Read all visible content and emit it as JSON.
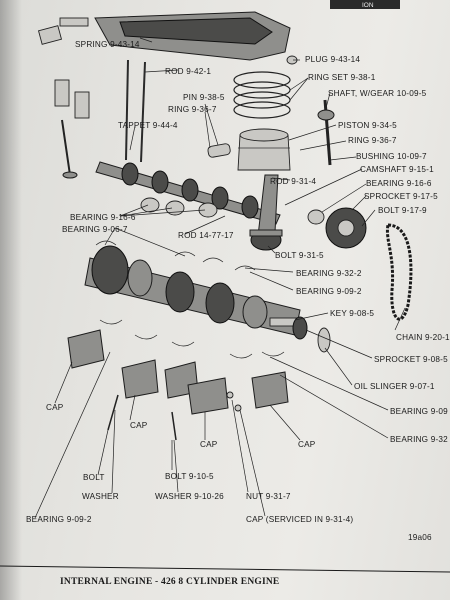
{
  "header": {
    "corner_text": "ION"
  },
  "figure_code": "19a06",
  "caption": "INTERNAL ENGINE - 426 8 CYLINDER ENGINE",
  "labels": {
    "spring": "SPRING 9-43-14",
    "rod_9_42_1": "ROD 9-42-1",
    "plug": "PLUG 9-43-14",
    "ring_set": "RING SET 9-38-1",
    "shaft_gear": "SHAFT, W/GEAR 10-09-5",
    "pin": "PIN 9-38-5",
    "ring_9_36_7": "RING 9-36-7",
    "tappet": "TAPPET 9-44-4",
    "piston": "PISTON 9-34-5",
    "ring_9_36_7b": "RING 9-36-7",
    "bushing": "BUSHING 10-09-7",
    "camshaft": "CAMSHAFT 9-15-1",
    "rod_9_31_4": "ROD 9-31-4",
    "bearing_9_16_6a": "BEARING 9-16-6",
    "sprocket_9_17_5": "SPROCKET 9-17-5",
    "bolt_9_17_9": "BOLT 9-17-9",
    "bearing_9_16_6b": "BEARING 9-16-6",
    "bearing_9_06_7": "BEARING 9-06-7",
    "rod_14_77_17": "ROD 14-77-17",
    "bolt_9_31_5": "BOLT 9-31-5",
    "bearing_9_32_2": "BEARING 9-32-2",
    "bearing_9_09_2a": "BEARING 9-09-2",
    "key": "KEY 9-08-5",
    "chain": "CHAIN 9-20-1",
    "sprocket_9_08_5": "SPROCKET 9-08-5",
    "oil_slinger": "OIL SLINGER 9-07-1",
    "bearing_9_09": "BEARING 9-09",
    "bearing_9_32": "BEARING 9-32",
    "cap_a": "CAP",
    "cap_b": "CAP",
    "cap_c": "CAP",
    "cap_d": "CAP",
    "bolt_plain": "BOLT",
    "washer_plain": "WASHER",
    "bolt_9_10_5": "BOLT 9-10-5",
    "washer_9_10_26": "WASHER 9-10-26",
    "nut_9_31_7": "NUT 9-31-7",
    "bearing_9_09_2b": "BEARING 9-09-2",
    "cap_serviced": "CAP (SERVICED IN 9-31-4)"
  }
}
